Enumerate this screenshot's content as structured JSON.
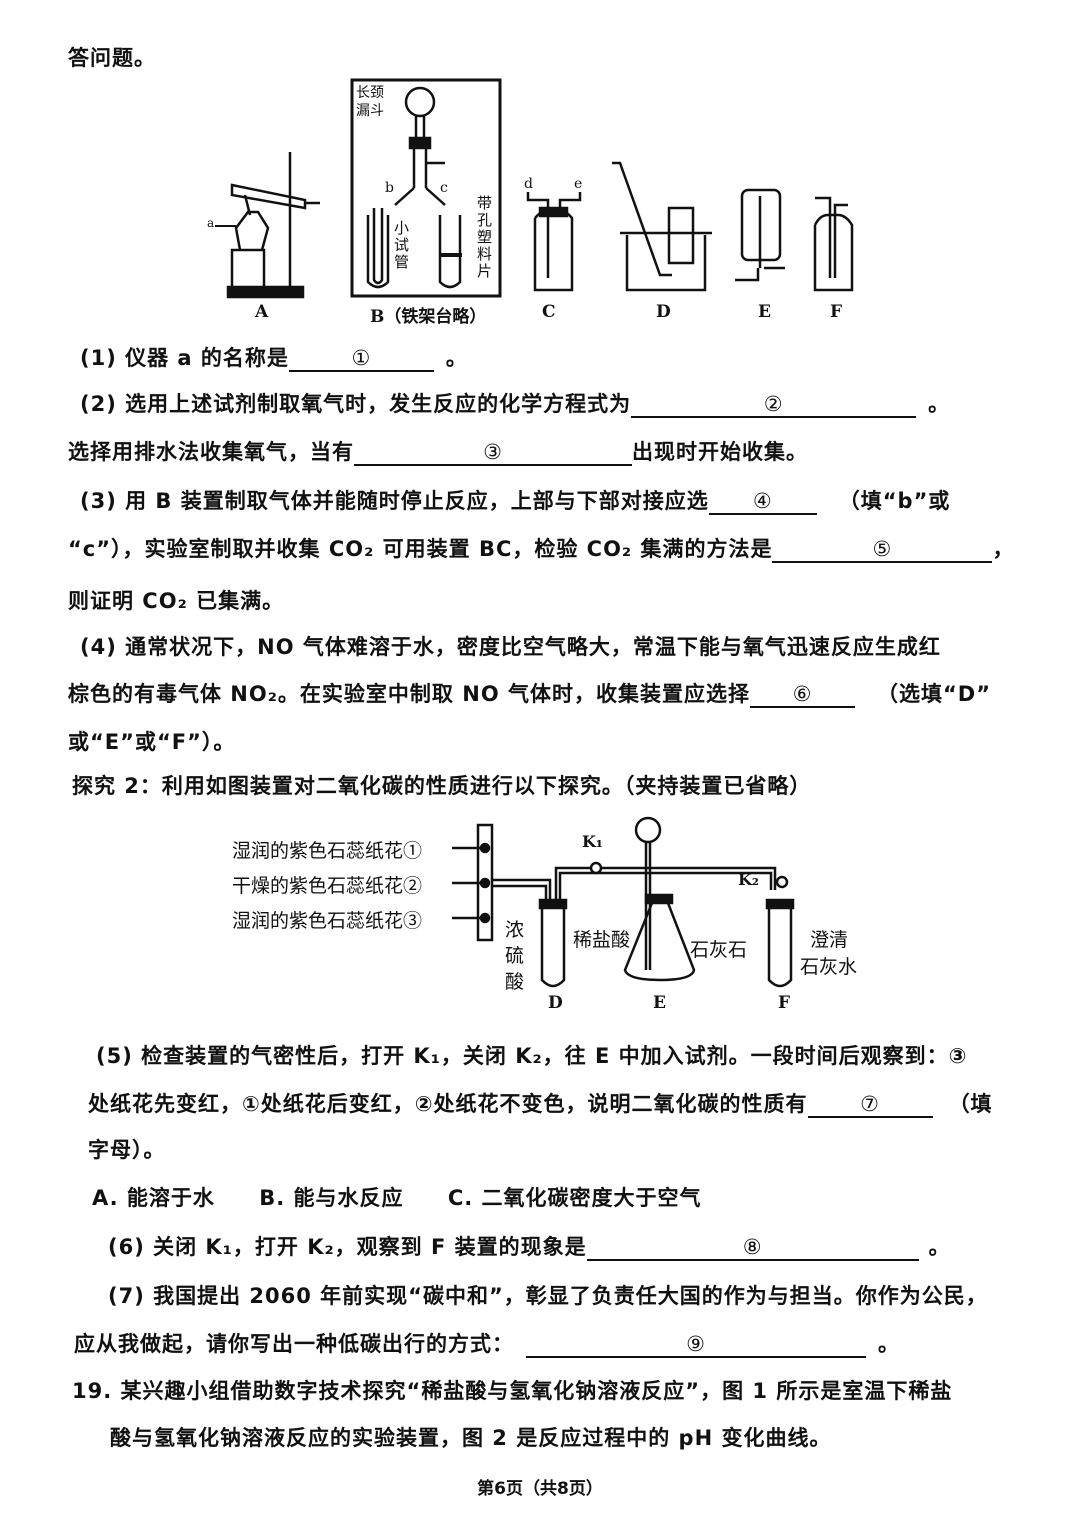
{
  "intro": "答问题。",
  "figure1": {
    "labels": [
      "A",
      "B（铁架台略）",
      "C",
      "D",
      "E",
      "F"
    ],
    "a_marker": "a",
    "b_funnel": "长颈漏斗",
    "b_tube_left": "小试管",
    "b_tube_right": "带孔塑料片",
    "b_branch_b": "b",
    "b_branch_c": "c",
    "c_port_d": "d",
    "c_port_e": "e"
  },
  "q1": {
    "text": "(1) 仪器 a 的名称是",
    "blank": "①",
    "end": "。"
  },
  "q2": {
    "text": "(2) 选用上述试剂制取氧气时，发生反应的化学方程式为",
    "blank": "②",
    "end": "。",
    "line2": "选择用排水法收集氧气，当有",
    "blank2": "③",
    "end2": "出现时开始收集。"
  },
  "q3": {
    "text": "(3) 用 B 装置制取气体并能随时停止反应，上部与下部对接应选",
    "blank": "④",
    "end": "（填“b”或",
    "line2": "“c”），实验室制取并收集 CO₂ 可用装置 BC，检验 CO₂ 集满的方法是",
    "blank2": "⑤",
    "end2": "，",
    "line3": "则证明 CO₂ 已集满。"
  },
  "q4": {
    "line1": "(4) 通常状况下，NO 气体难溶于水，密度比空气略大，常温下能与氧气迅速反应生成红",
    "line2": "棕色的有毒气体 NO₂。在实验室中制取 NO 气体时，收集装置应选择",
    "blank": "⑥",
    "end": "（选填“D”",
    "line3": "或“E”或“F”）。"
  },
  "explore2": "探究 2：利用如图装置对二氧化碳的性质进行以下探究。（夹持装置已省略）",
  "figure2": {
    "flower1": "湿润的紫色石蕊纸花①",
    "flower2": "干燥的紫色石蕊纸花②",
    "flower3": "湿润的紫色石蕊纸花③",
    "k1": "K₁",
    "k2": "K₂",
    "acid": "浓硫酸",
    "hcl": "稀盐酸",
    "limestone": "石灰石",
    "limewater1": "澄清",
    "limewater2": "石灰水",
    "labels": [
      "D",
      "E",
      "F"
    ]
  },
  "q5": {
    "line1": "(5) 检查装置的气密性后，打开 K₁，关闭 K₂，往 E 中加入试剂。一段时间后观察到：③",
    "line2": "处纸花先变红，①处纸花后变红，②处纸花不变色，说明二氧化碳的性质有",
    "blank": "⑦",
    "end": "（填",
    "line3": "字母）。",
    "options": [
      "A. 能溶于水",
      "B. 能与水反应",
      "C. 二氧化碳密度大于空气"
    ]
  },
  "q6": {
    "text": "(6) 关闭 K₁，打开 K₂，观察到 F 装置的现象是",
    "blank": "⑧",
    "end": "。"
  },
  "q7": {
    "line1": "(7) 我国提出 2060 年前实现“碳中和”，彰显了负责任大国的作为与担当。你作为公民，",
    "line2": "应从我做起，请你写出一种低碳出行的方式：",
    "blank": "⑨",
    "end": "。"
  },
  "q19": {
    "line1": "19. 某兴趣小组借助数字技术探究“稀盐酸与氢氧化钠溶液反应”，图 1 所示是室温下稀盐",
    "line2": "酸与氢氧化钠溶液反应的实验装置，图 2 是反应过程中的 pH 变化曲线。"
  },
  "footer": "第6页（共8页）"
}
